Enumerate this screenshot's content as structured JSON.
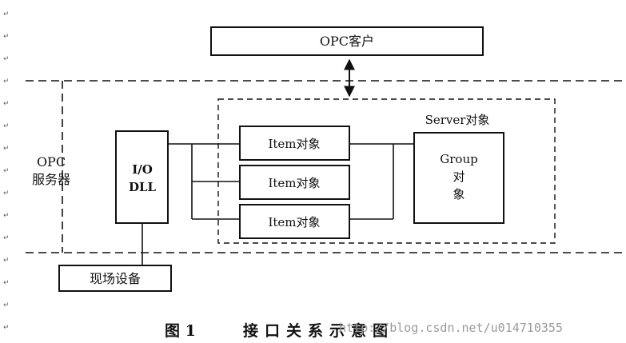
{
  "diagram": {
    "client_label": "OPC客户",
    "server_region_label_line1": "OPC",
    "server_region_label_line2": "服务器",
    "server_object_label": "Server对象",
    "group_label_line1": "Group",
    "group_label_line2": "对",
    "group_label_line3": "象",
    "io_dll_line1": "I/O",
    "io_dll_line2": "DLL",
    "items": [
      {
        "label": "Item对象"
      },
      {
        "label": "Item对象"
      },
      {
        "label": "Item对象"
      }
    ],
    "field_device_label": "现场设备"
  },
  "caption": {
    "figure_number": "图 1",
    "title": "接口关系示意图"
  },
  "watermark": "http://blog.csdn.net/u014710355",
  "margin_mark": "↵"
}
